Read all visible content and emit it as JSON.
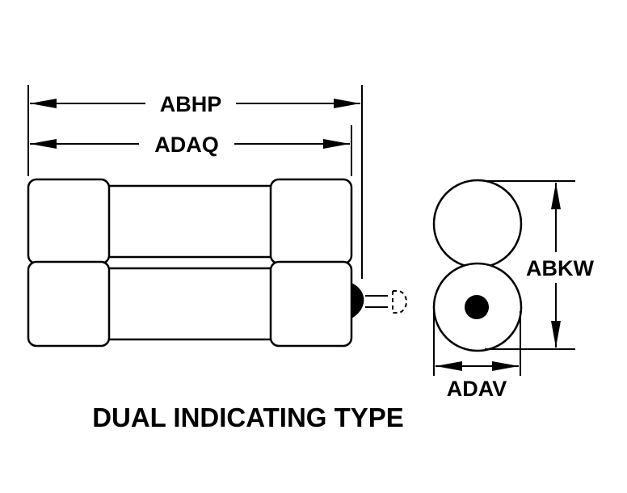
{
  "dimensions": {
    "overall_length": "ABHP",
    "body_length": "ADAQ",
    "height": "ABKW",
    "diameter": "ADAV"
  },
  "caption": "DUAL INDICATING TYPE"
}
